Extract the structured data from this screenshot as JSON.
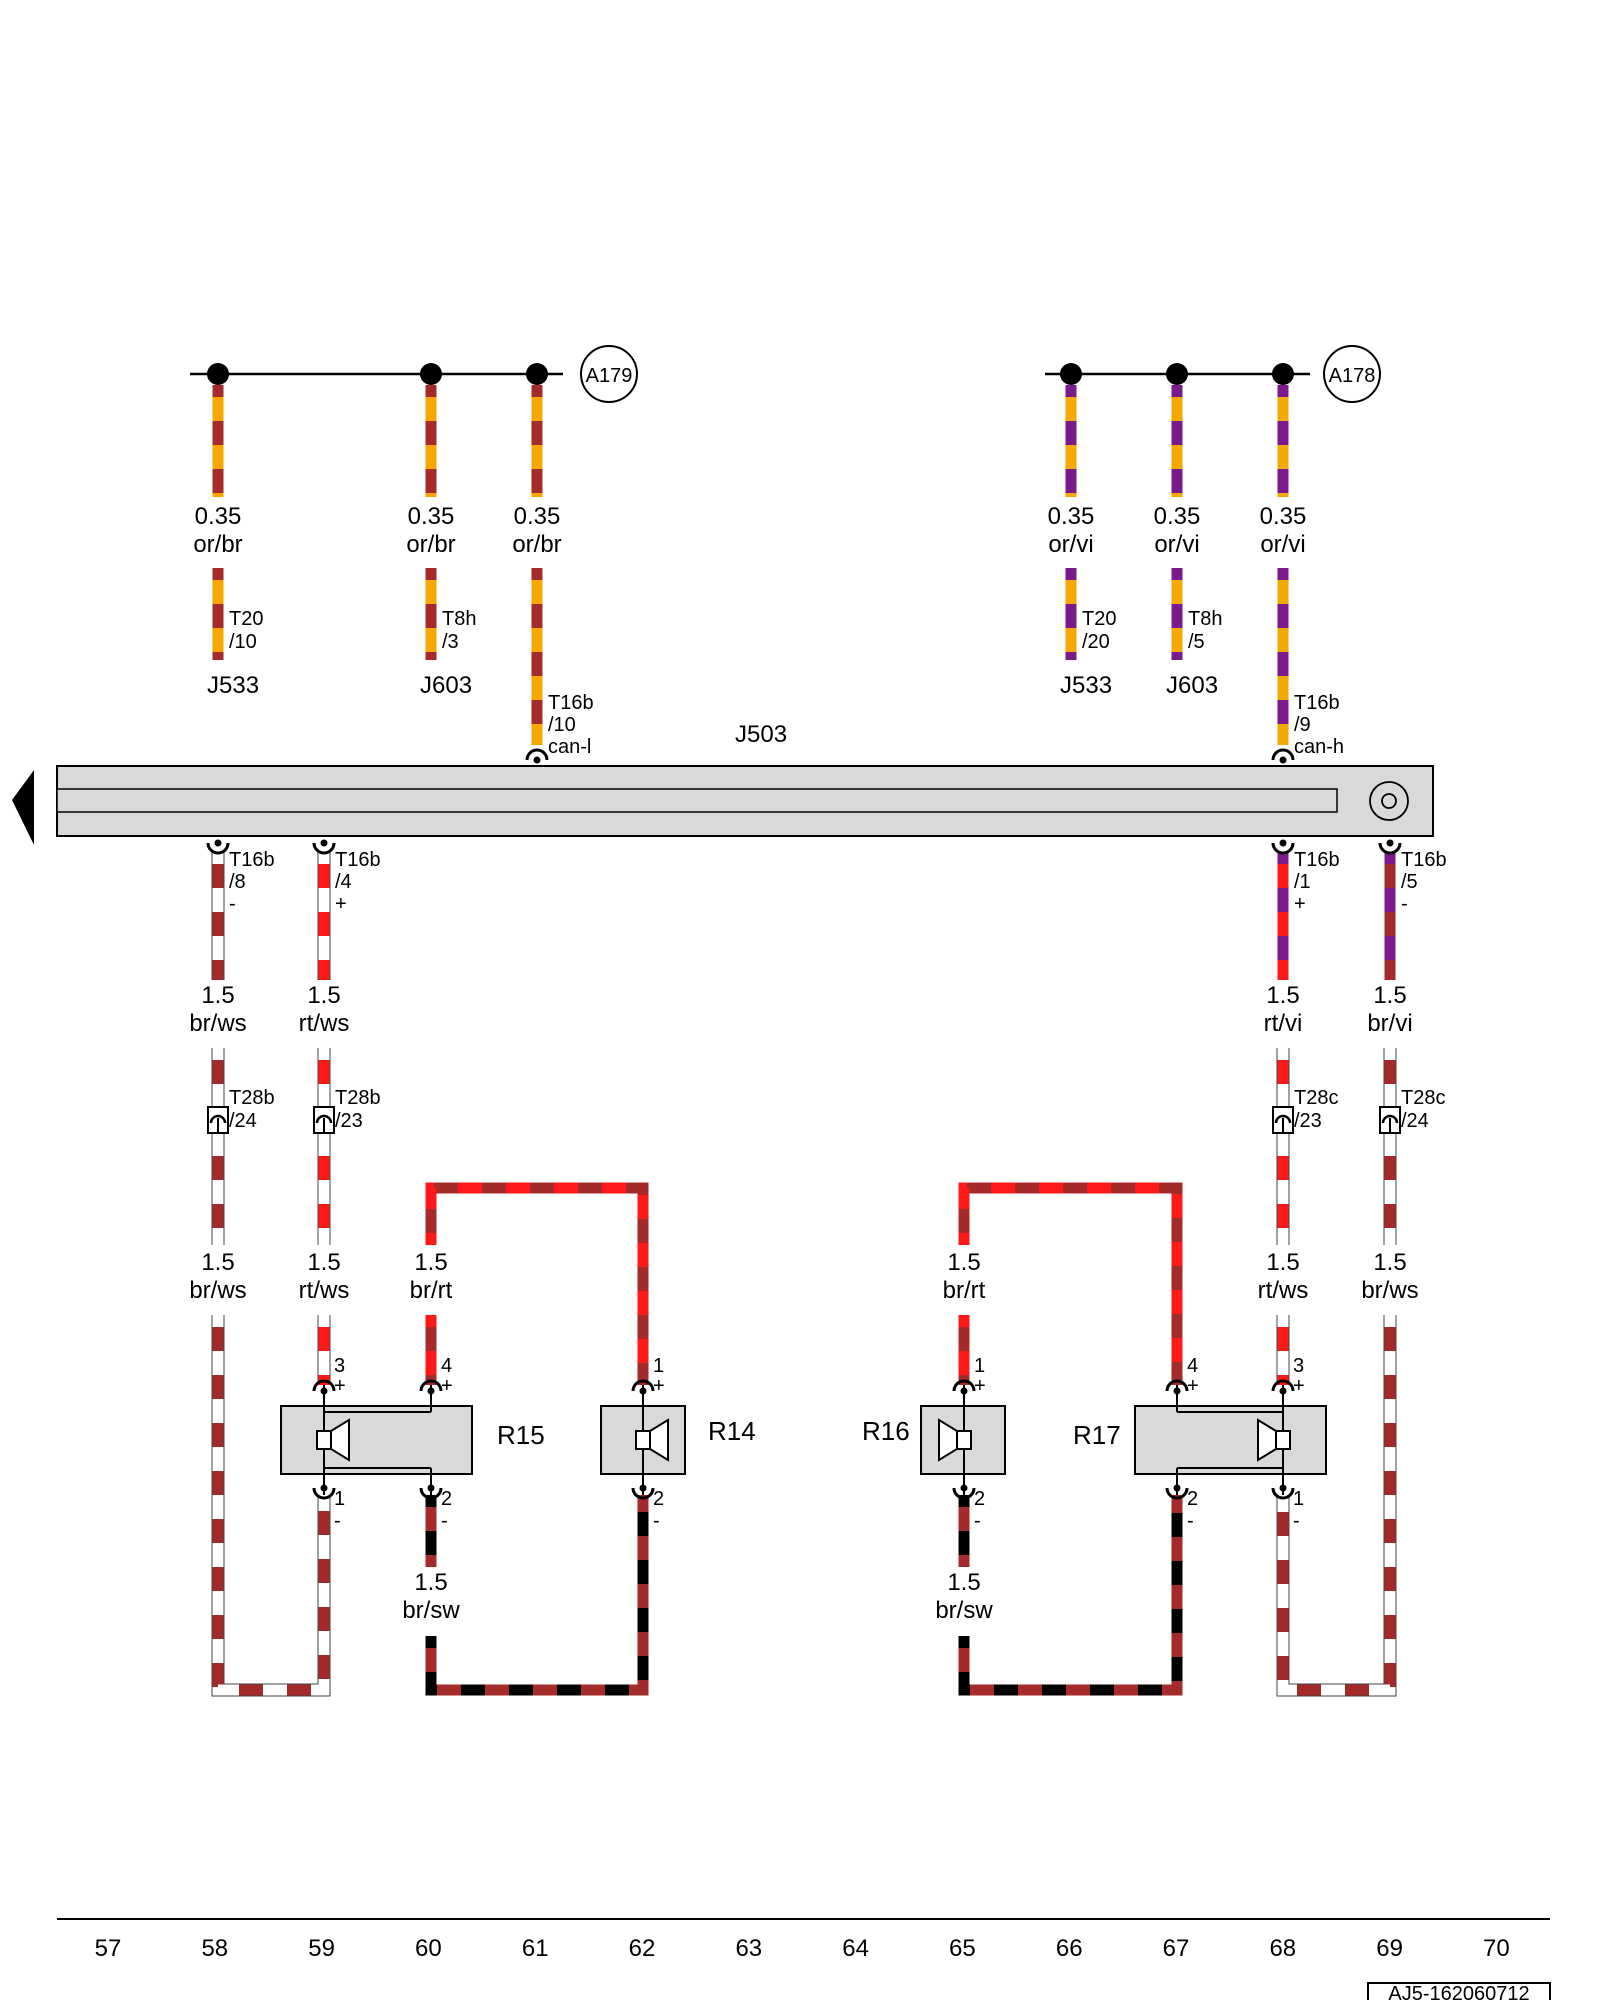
{
  "bus_points": {
    "left": "A179",
    "right": "A178"
  },
  "control_unit": "J503",
  "colors": {
    "or": "#f5a800",
    "br": "#a52a2a",
    "vi": "#7b1a8a",
    "rt": "#ff1a1a",
    "ws": "#ffffff",
    "sw": "#000000",
    "bar_fill": "#d9d9d9"
  },
  "top_wires": [
    {
      "gauge": "0.35",
      "color": "or/br",
      "conn": "T20",
      "pin": "/10",
      "target": "J533"
    },
    {
      "gauge": "0.35",
      "color": "or/br",
      "conn": "T8h",
      "pin": "/3",
      "target": "J603"
    },
    {
      "gauge": "0.35",
      "color": "or/br",
      "conn": "T16b",
      "pin": "/10",
      "signal": "can-l"
    },
    {
      "gauge": "0.35",
      "color": "or/vi",
      "conn": "T20",
      "pin": "/20",
      "target": "J533"
    },
    {
      "gauge": "0.35",
      "color": "or/vi",
      "conn": "T8h",
      "pin": "/5",
      "target": "J603"
    },
    {
      "gauge": "0.35",
      "color": "or/vi",
      "conn": "T16b",
      "pin": "/9",
      "signal": "can-h"
    }
  ],
  "bottom_wires": [
    {
      "conn": "T16b",
      "pin": "/8",
      "pol": "-",
      "gauge": "1.5",
      "color": "br/ws",
      "conn2": "T28b",
      "pin2": "/24",
      "gauge2": "1.5",
      "color2": "br/ws"
    },
    {
      "conn": "T16b",
      "pin": "/4",
      "pol": "+",
      "gauge": "1.5",
      "color": "rt/ws",
      "conn2": "T28b",
      "pin2": "/23",
      "gauge2": "1.5",
      "color2": "rt/ws"
    },
    {
      "conn": "T16b",
      "pin": "/1",
      "pol": "+",
      "gauge": "1.5",
      "color": "rt/vi",
      "conn2": "T28c",
      "pin2": "/23",
      "gauge2": "1.5",
      "color2": "rt/ws"
    },
    {
      "conn": "T16b",
      "pin": "/5",
      "pol": "-",
      "gauge": "1.5",
      "color": "br/vi",
      "conn2": "T28c",
      "pin2": "/24",
      "gauge2": "1.5",
      "color2": "br/ws"
    }
  ],
  "jumpers": [
    {
      "gauge": "1.5",
      "color": "br/rt"
    },
    {
      "gauge": "1.5",
      "color": "br/sw"
    },
    {
      "gauge": "1.5",
      "color": "br/rt"
    },
    {
      "gauge": "1.5",
      "color": "br/sw"
    }
  ],
  "speakers": [
    {
      "id": "R15",
      "pins": [
        "3",
        "4",
        "1",
        "2"
      ],
      "pols": [
        "+",
        "+",
        "-",
        "-"
      ]
    },
    {
      "id": "R14",
      "pins": [
        "1",
        "2"
      ],
      "pols": [
        "+",
        "-"
      ]
    },
    {
      "id": "R16",
      "pins": [
        "1",
        "2"
      ],
      "pols": [
        "+",
        "-"
      ]
    },
    {
      "id": "R17",
      "pins": [
        "4",
        "3",
        "2",
        "1"
      ],
      "pols": [
        "+",
        "+",
        "-",
        "-"
      ]
    }
  ],
  "grid_numbers": [
    "57",
    "58",
    "59",
    "60",
    "61",
    "62",
    "63",
    "64",
    "65",
    "66",
    "67",
    "68",
    "69",
    "70"
  ],
  "reference": "AJ5-162060712"
}
